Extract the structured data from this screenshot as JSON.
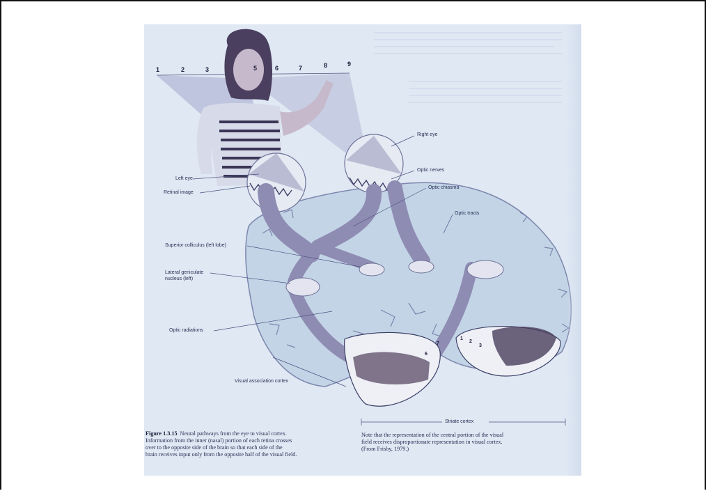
{
  "labels": {
    "right_eye": "Right eye",
    "optic_nerves": "Optic nerves",
    "optic_chiasma": "Optic chiasma",
    "optic_tracts": "Optic tracts",
    "left_eye": "Left eye",
    "retinal_image": "Retinal image",
    "superior_colliculus": "Superior colliculus (left lobe)",
    "lgn_line1": "Lateral geniculate",
    "lgn_line2": "nucleus (left)",
    "optic_radiations": "Optic radiations",
    "visual_association_cortex": "Visual association cortex",
    "striate_cortex": "Striate cortex"
  },
  "field_numbers": [
    "1",
    "2",
    "3",
    "5",
    "6",
    "7",
    "8",
    "9"
  ],
  "cortex_numbers": [
    "1",
    "2",
    "3",
    "6",
    "7"
  ],
  "caption": {
    "figure_label": "Figure 1.3.15",
    "left_text_1": "Neural pathways from the eye to visual cortex.",
    "left_text_2": "Information from the inner (nasal) portion of each retina crosses",
    "left_text_3": "over to the opposite side of the brain so that each side of the",
    "left_text_4": "brain receives input only from the opposite half of the visual field.",
    "right_text_1": "Note that the representation of the central portion of the visual",
    "right_text_2": "field receives disproportionate representation in visual cortex.",
    "right_text_3": "(From Frisby, 1979.)"
  },
  "colors": {
    "page": "#dfe8f3",
    "brain": "#c3d4e6",
    "pathway": "#8f8cb3",
    "ink": "#2a2f55"
  }
}
